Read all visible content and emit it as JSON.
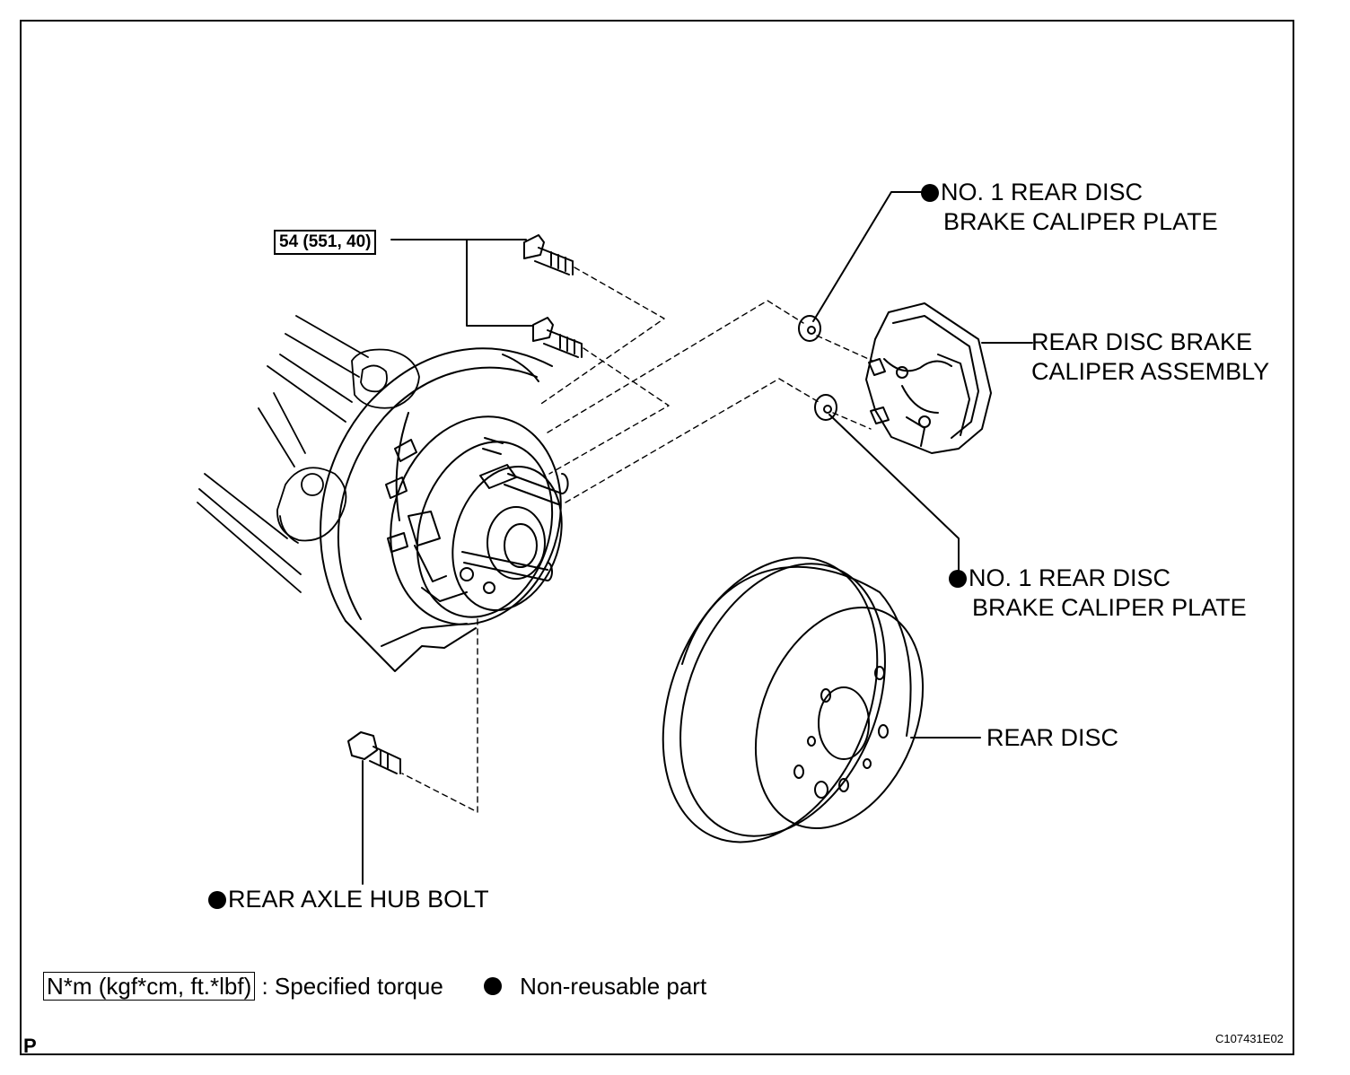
{
  "labels": {
    "caliper_plate_upper": [
      "NO. 1 REAR DISC",
      "BRAKE CALIPER PLATE"
    ],
    "caliper_assembly": [
      "REAR DISC BRAKE",
      "CALIPER ASSEMBLY"
    ],
    "caliper_plate_lower": [
      "NO. 1 REAR DISC",
      "BRAKE CALIPER PLATE"
    ],
    "rear_disc": "REAR DISC",
    "hub_bolt": "REAR AXLE HUB BOLT",
    "torque_spec": "54 (551, 40)"
  },
  "legend": {
    "torque_unit": "N*m (kgf*cm, ft.*lbf)",
    "torque_text": ": Specified torque",
    "nonreusable_text": "Non-reusable part"
  },
  "figure_id": "C107431E02",
  "corner_mark": "P"
}
